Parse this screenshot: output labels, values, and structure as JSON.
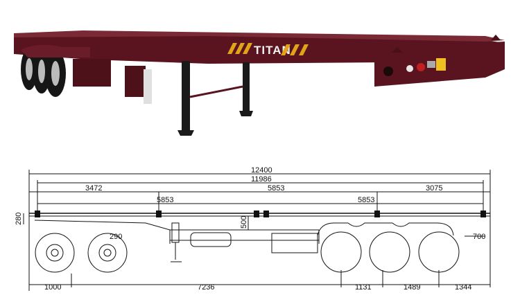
{
  "photo": {
    "brand_label": "TITAN",
    "body_color": "#5a1420",
    "stripe_color": "#e0a31a",
    "leg_color": "#1a1a1a",
    "warning_label_color": "#f0c020"
  },
  "drawing": {
    "overall_length": "12400",
    "frame_length": "11986",
    "front_segment": "3472",
    "middle_segment": "5853",
    "rear_segment": "3075",
    "twistlock_span_left": "5853",
    "twistlock_span_right": "5853",
    "front_height": "280",
    "gooseneck_drop": "290",
    "mid_height": "500",
    "rear_height": "700",
    "kingpin_offset": "1000",
    "kingpin_to_axle": "7236",
    "axle_spacing_1": "1131",
    "axle_spacing_2": "1489",
    "rear_overhang": "1344",
    "line_color": "#111111"
  }
}
